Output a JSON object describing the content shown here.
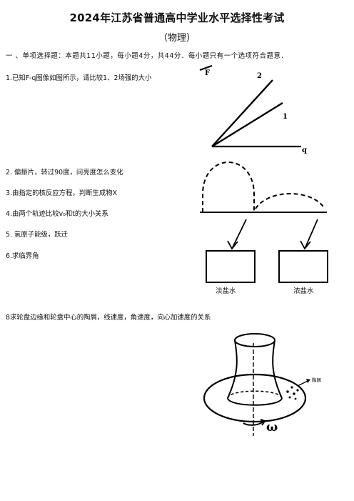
{
  "header": {
    "title": "2024年江苏省普通高中学业水平选择性考试",
    "subtitle": "（物理）"
  },
  "section": {
    "heading": "一 、单项选择题：本题共11小题，每小题4分，共44分．每小题只有一个选项符合题意．"
  },
  "questions": [
    {
      "text": "1.已知F-q图像如图所示，请比较1、2场强的大小"
    },
    {
      "text": "2. 偏振片，转过90度，问亮度怎么变化"
    },
    {
      "text": "3.由指定的核反应方程，判断生成物X"
    },
    {
      "text": "4.由两个轨迹比较v₀和t的大小关系"
    },
    {
      "text": "5. 氢原子能级，跃迁"
    },
    {
      "text": "6.求临界角"
    },
    {
      "text": "8求轮盘边缘和轮盘中心的陶屑，线速度，角速度，向心加速度的关系"
    }
  ],
  "figure_fq": {
    "axis_y": "F",
    "axis_x": "q",
    "line_labels": [
      "2",
      "1"
    ]
  },
  "figure_beakers": {
    "left_label": "淡盐水",
    "right_label": "浓盐水"
  },
  "figure_wheel": {
    "debris_label": "陶屑",
    "omega": "ω"
  }
}
